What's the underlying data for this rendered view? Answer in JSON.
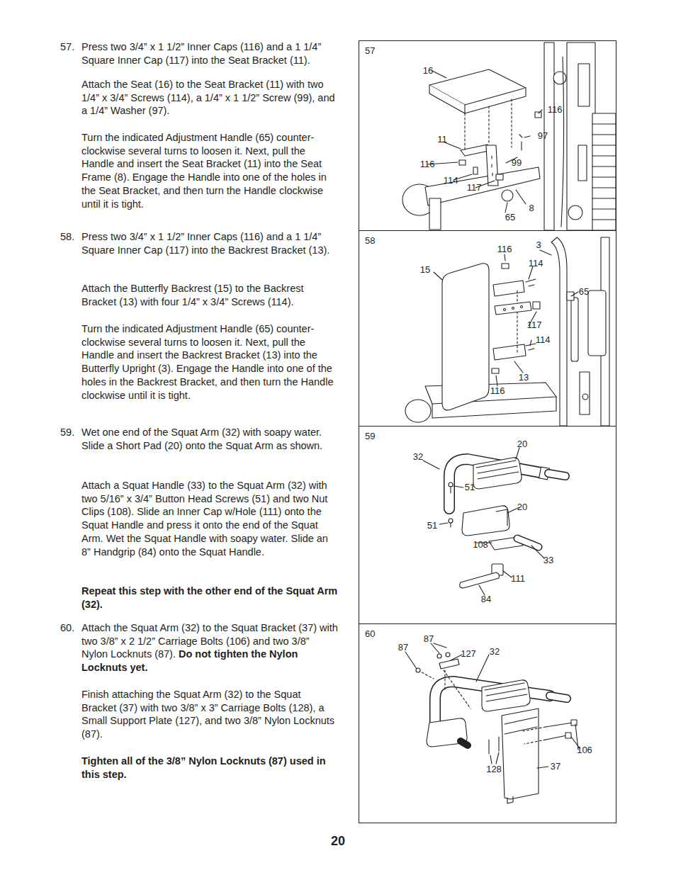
{
  "diagram": {
    "nodes": [
      {
        "text": [
          "57"
        ]
      },
      {
        "text": [
          "58"
        ]
      },
      {
        "text": [
          "59"
        ]
      },
      {
        "text": [
          "60"
        ]
      }
    ],
    "labels": [
      "57.",
      "Press two 3/4” x 1 1/2” Inner Caps (116) and a 1 1/4” Square Inner Cap (117) into the Seat Bracket (11).",
      "Attach the Seat (16) to the Seat Bracket (11) with two 1/4” x 3/4” Screws (114), a 1/4” x 1 1/2” Screw (99), and a 1/4” Washer (97).",
      "Turn the indicated Adjustment Handle (65) counter-clockwise several turns to loosen it. Next, pull the Handle and insert the Seat Bracket (11) into the Seat Frame (8). Engage the Handle into one of the holes in the Seat Bracket, and then turn the Handle clockwise until it is tight.",
      "58.",
      "Press two 3/4” x 1 1/2” Inner Caps (116) and a 1 1/4” Square Inner Cap (117) into the Backrest Bracket (13).",
      "Attach the Butterfly Backrest (15) to the Backrest Bracket (13) with four 1/4” x 3/4” Screws (114).",
      "Turn the indicated Adjustment Handle (65) counter-clockwise several turns to loosen it. Next, pull the Handle and insert the Backrest Bracket (13) into the Butterfly Upright (3). Engage the Handle into one of the holes in the Backrest Bracket, and then turn the Handle clockwise until it is tight.",
      "59.",
      "Wet one end of the Squat Arm (32) with soapy water. Slide a Short Pad (20) onto the Squat Arm as shown.",
      "Attach a Squat Handle (33) to the Squat Arm (32) with two 5/16” x 3/4” Button Head Screws (51) and two Nut Clips (108). Slide an Inner Cap w/Hole (111) onto the Squat Handle and press it onto the end of the Squat Arm. Wet the Squat Handle with soapy water. Slide an 8” Handgrip (84) onto the Squat Handle.",
      "Repeat this step with the other end of the Squat Arm (32).",
      "60.",
      "Attach the Squat Arm (32) to the Squat Bracket (37) with two 3/8” x 2 1/2” Carriage Bolts (106) and two 3/8” Nylon Locknuts (87).",
      "Do not tighten the Nylon Locknuts yet.",
      "Finish attaching the Squat Arm (32) to the Squat Bracket (37) with two 3/8” x 3” Carriage Bolts (128), a Small Support Plate (127), and two 3/8” Nylon Locknuts (87).",
      "Tighten all of the 3/8” Nylon Locknuts (87) used in this step.",
      "20",
      "16",
      "116",
      "11",
      "97",
      "116",
      "99",
      "114",
      "117",
      "8",
      "65",
      "116",
      "3",
      "114",
      "15",
      "65",
      "117",
      "114",
      "13",
      "116",
      "32",
      "20",
      "51",
      "20",
      "51",
      "108",
      "33",
      "111",
      "84",
      "87",
      "87",
      "127",
      "32",
      "106",
      "128",
      "37"
    ]
  }
}
